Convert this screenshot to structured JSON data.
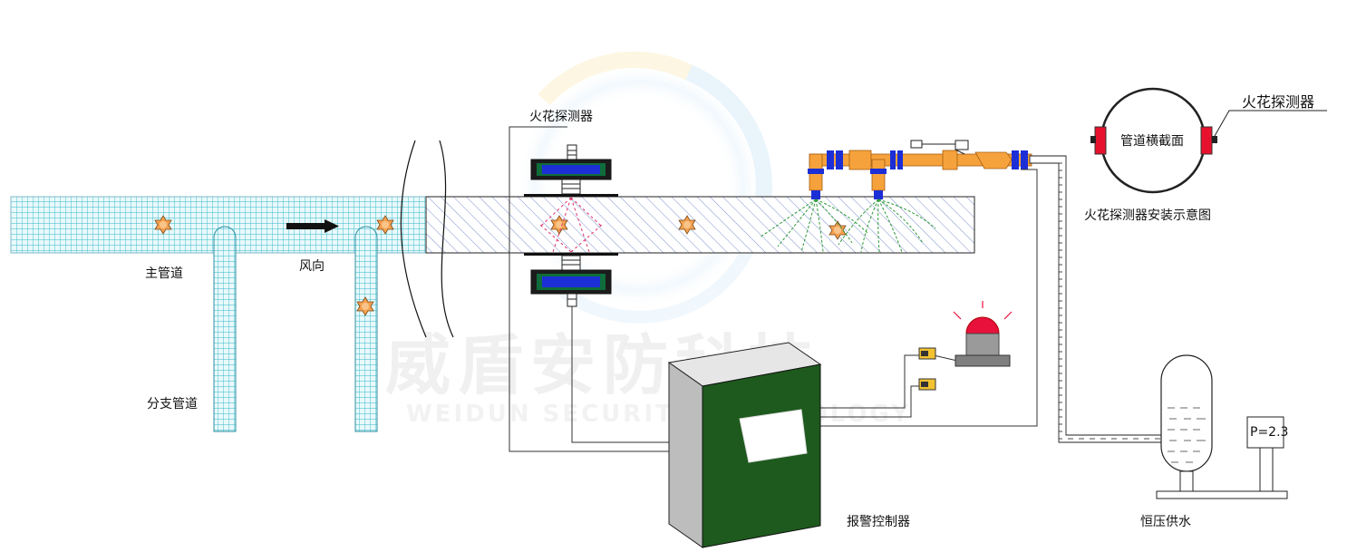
{
  "labels": {
    "main_pipe": "主管道",
    "branch_pipe": "分支管道",
    "wind_direction": "风向",
    "spark_detector_top": "火花探测器",
    "spark_detector_right": "火花探测器",
    "pipe_cross_section": "管道横截面",
    "install_diagram_title": "火花探测器安装示意图",
    "alarm_controller": "报警控制器",
    "constant_pressure_water": "恒压供水",
    "pressure_reading": "P=2.3"
  },
  "watermark": {
    "cn": "威盾安防科技",
    "en": "WEIDUN SECURITY TECHNOLOGY"
  },
  "colors": {
    "pipe_grid": "#33b8c8",
    "pipe_fill": "#e9f9fb",
    "hatch": "#6f86c8",
    "spark": "#f4a04e",
    "detector_blue": "#1c2fd6",
    "nozzle_orange": "#f6a23c",
    "spray_green": "#2f9a3a",
    "controller_green": "#1e5a1e",
    "alarm_red": "#e8113c",
    "detector_red": "#e8112d"
  }
}
